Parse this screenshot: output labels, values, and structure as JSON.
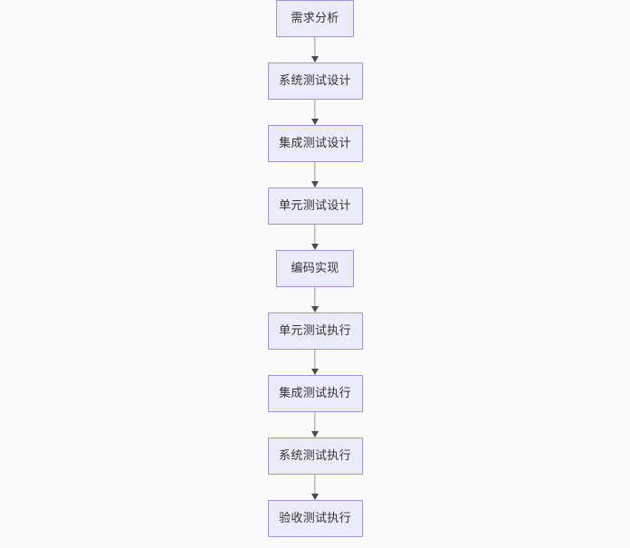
{
  "diagram": {
    "type": "flowchart",
    "direction": "top-to-bottom",
    "background_color": "#fafafa",
    "node_fill_color": "#ecebfc",
    "node_border_color": "#a393de",
    "node_text_color": "#333333",
    "connector_color": "#9b9b9b",
    "arrowhead_color": "#4a4a55",
    "nodes": [
      {
        "id": "n1",
        "label": "需求分析",
        "width": "narrow"
      },
      {
        "id": "n2",
        "label": "系统测试设计",
        "width": "wide"
      },
      {
        "id": "n3",
        "label": "集成测试设计",
        "width": "wide"
      },
      {
        "id": "n4",
        "label": "单元测试设计",
        "width": "wide"
      },
      {
        "id": "n5",
        "label": "编码实现",
        "width": "narrow"
      },
      {
        "id": "n6",
        "label": "单元测试执行",
        "width": "wide"
      },
      {
        "id": "n7",
        "label": "集成测试执行",
        "width": "wide"
      },
      {
        "id": "n8",
        "label": "系统测试执行",
        "width": "wide"
      },
      {
        "id": "n9",
        "label": "验收测试执行",
        "width": "wide"
      }
    ],
    "edges": [
      {
        "from": "n1",
        "to": "n2"
      },
      {
        "from": "n2",
        "to": "n3"
      },
      {
        "from": "n3",
        "to": "n4"
      },
      {
        "from": "n4",
        "to": "n5"
      },
      {
        "from": "n5",
        "to": "n6"
      },
      {
        "from": "n6",
        "to": "n7"
      },
      {
        "from": "n7",
        "to": "n8"
      },
      {
        "from": "n8",
        "to": "n9"
      }
    ]
  }
}
